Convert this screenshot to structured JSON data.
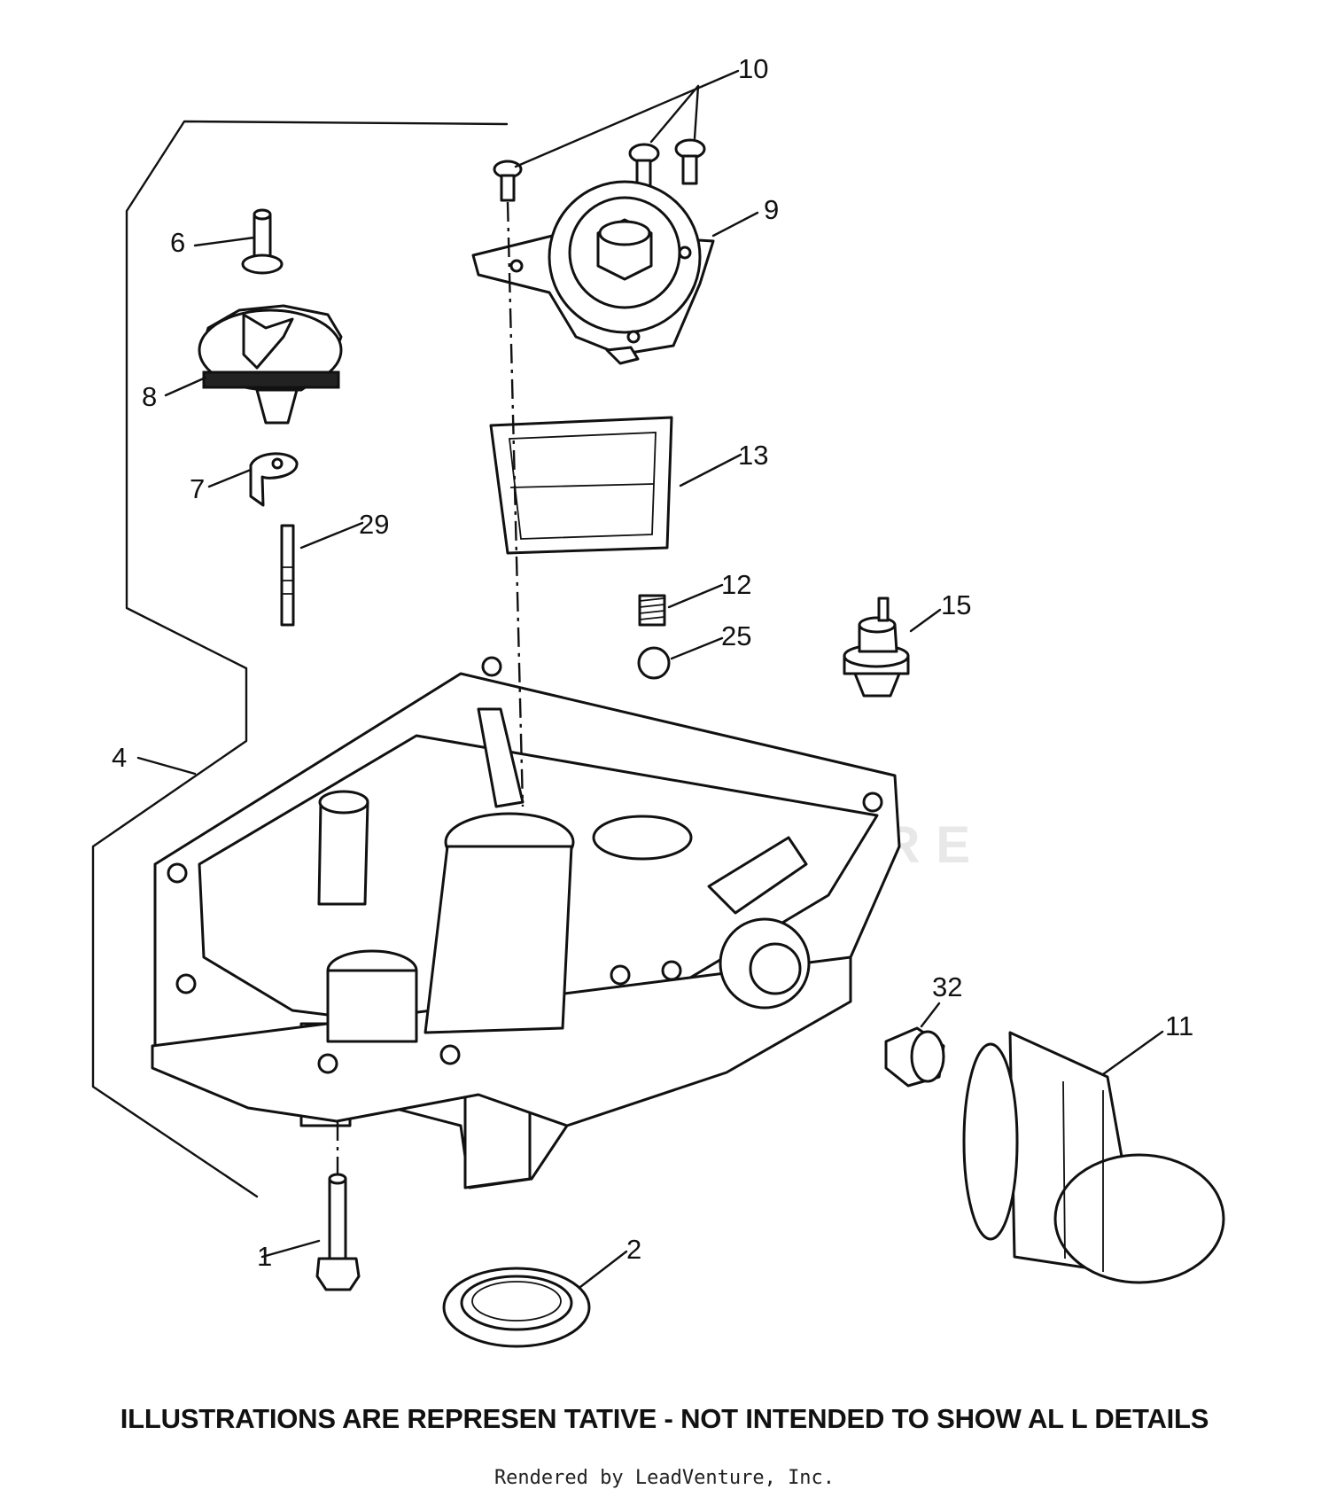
{
  "diagram": {
    "callouts": [
      {
        "id": "c10",
        "text": "10"
      },
      {
        "id": "c9",
        "text": "9"
      },
      {
        "id": "c6",
        "text": "6"
      },
      {
        "id": "c8",
        "text": "8"
      },
      {
        "id": "c13",
        "text": "13"
      },
      {
        "id": "c7",
        "text": "7"
      },
      {
        "id": "c29",
        "text": "29"
      },
      {
        "id": "c12",
        "text": "12"
      },
      {
        "id": "c15",
        "text": "15"
      },
      {
        "id": "c25",
        "text": "25"
      },
      {
        "id": "c4",
        "text": "4"
      },
      {
        "id": "c32",
        "text": "32"
      },
      {
        "id": "c11",
        "text": "11"
      },
      {
        "id": "c1",
        "text": "1"
      },
      {
        "id": "c2",
        "text": "2"
      }
    ],
    "watermark": "LEADVENTURE",
    "disclaimer": "ILLUSTRATIONS ARE REPRESEN TATIVE - NOT INTENDED TO SHOW AL L DETAILS",
    "credit": "Rendered by LeadVenture, Inc."
  }
}
